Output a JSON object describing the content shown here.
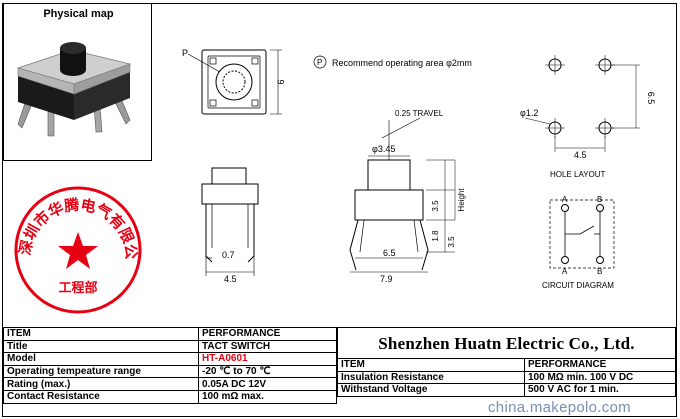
{
  "photo_title": "Physical map",
  "stamp": {
    "text": "深圳市华腾电气有限公司",
    "dept": "工程部",
    "color": "#e60012"
  },
  "drawing": {
    "p_label": "P",
    "dim_6": "6",
    "recommend_symbol": "P",
    "recommend_text": "Recommend operating area φ2mm",
    "travel": "0.25 TRAVEL",
    "dia_345": "φ3.45",
    "dim_35": "3.5",
    "height": "Height",
    "dim_18": "1.8",
    "dim_35b": "3.5",
    "dim_65": "6.5",
    "dim_79": "7.9",
    "dim_07": "0.7",
    "dim_45": "4.5",
    "hole_dia": "φ1.2",
    "hole_45": "4.5",
    "hole_65": "6.5",
    "hole_layout": "HOLE LAYOUT",
    "pin_a1": "A",
    "pin_b1": "B",
    "pin_a2": "A",
    "pin_b2": "B",
    "circuit_diagram": "CIRCUIT DIAGRAM"
  },
  "left_table": [
    [
      "ITEM",
      "PERFORMANCE"
    ],
    [
      "Title",
      "TACT SWITCH"
    ],
    [
      "Model",
      "HT-A0601"
    ],
    [
      "Operating tempeature range",
      "-20 ℃ to 70 ℃"
    ],
    [
      "Rating (max.)",
      "0.05A DC 12V"
    ],
    [
      "Contact Resistance",
      "100 mΩ max."
    ]
  ],
  "company": "Shenzhen Huatn Electric Co., Ltd.",
  "right_table": [
    [
      "ITEM",
      "PERFORMANCE"
    ],
    [
      "Insulation Resistance",
      "100 MΩ min. 100 V DC"
    ],
    [
      "Withstand Voltage",
      "500 V AC for 1 min."
    ]
  ],
  "watermark": "china.makepolo.com"
}
